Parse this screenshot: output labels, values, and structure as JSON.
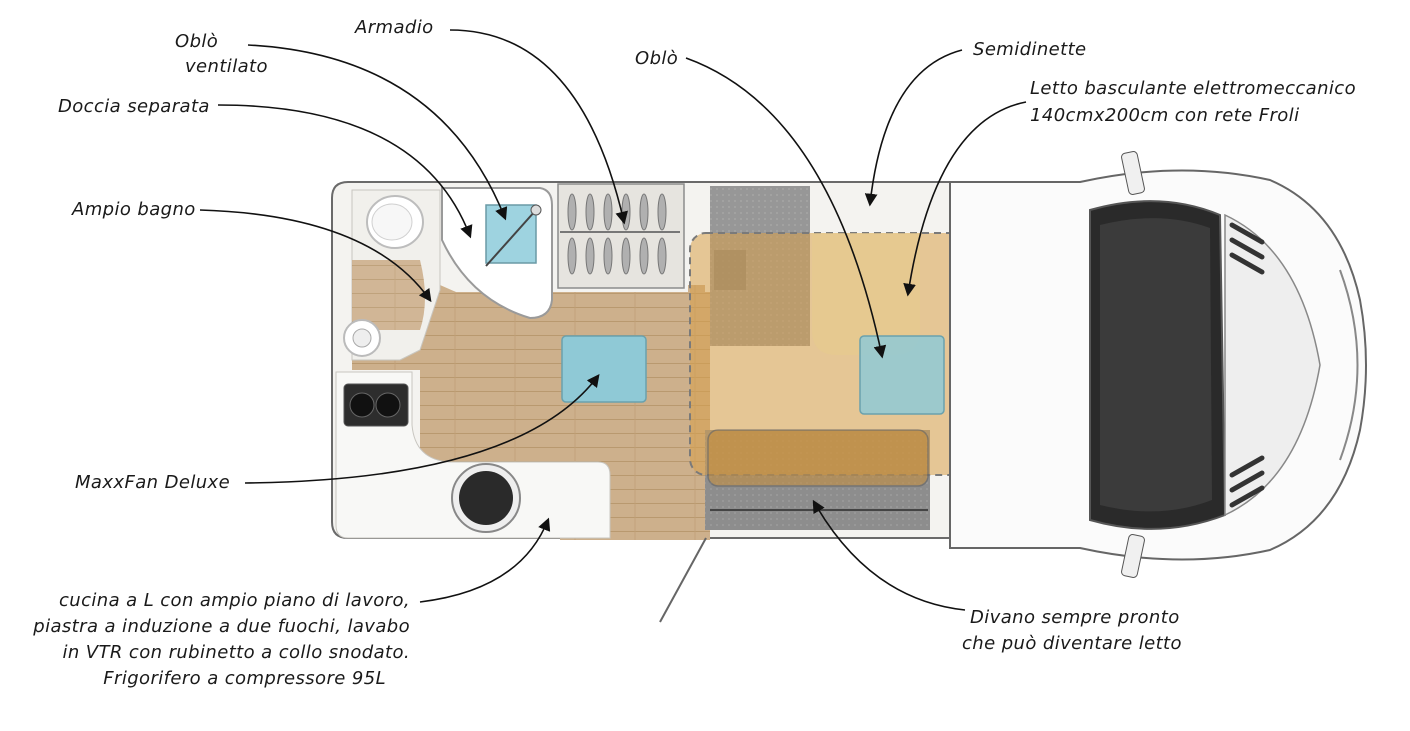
{
  "labels": {
    "oblo_ventilato_1": "Oblò",
    "oblo_ventilato_2": "ventilato",
    "armadio": "Armadio",
    "oblo": "Oblò",
    "semidinette": "Semidinette",
    "letto_1": "Letto basculante elettromeccanico",
    "letto_2": "140cmx200cm con rete Froli",
    "doccia": "Doccia separata",
    "bagno": "Ampio bagno",
    "maxxfan": "MaxxFan Deluxe",
    "cucina_1": "cucina a L con ampio piano di lavoro,",
    "cucina_2": "piastra a induzione a due fuochi, lavabo",
    "cucina_3": "in VTR con rubinetto a collo snodato.",
    "cucina_4": "Frigorifero a compressore 95L",
    "divano_1": "Divano sempre pronto",
    "divano_2": "che può diventare letto"
  },
  "colors": {
    "floor_wood": "#c9ab86",
    "bed_overlay": "#d9a04a",
    "skylight": "#8fc9d6",
    "wall": "#f4f3f0",
    "cab_white": "#fbfbfb",
    "upholstery": "#8a8a8a"
  }
}
